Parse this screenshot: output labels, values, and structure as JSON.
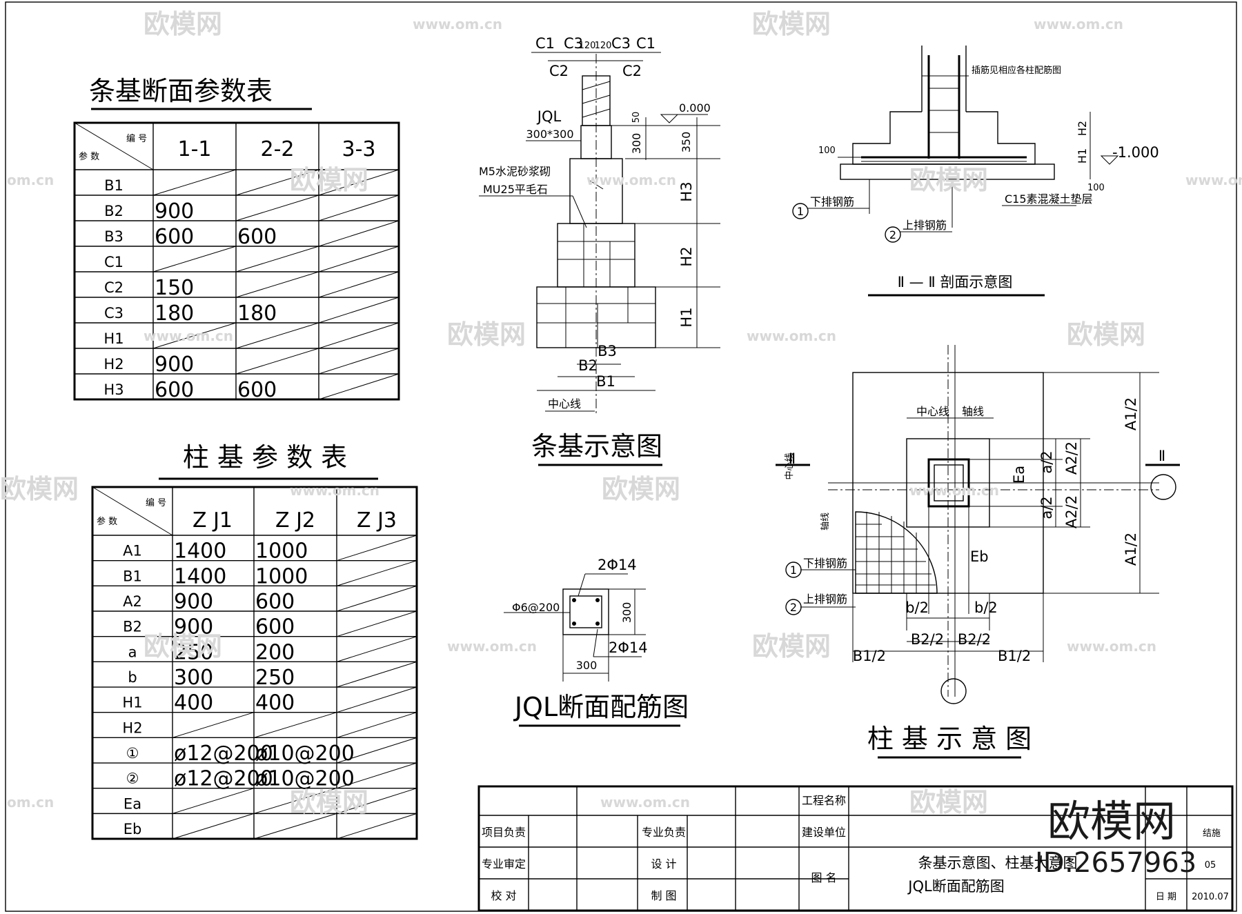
{
  "strip_table": {
    "title": "条基断面参数表",
    "corner_top": "编 号",
    "corner_bottom": "参 数",
    "columns": [
      "1-1",
      "2-2",
      "3-3"
    ],
    "rows": [
      {
        "param": "B1",
        "values": [
          "",
          "",
          ""
        ]
      },
      {
        "param": "B2",
        "values": [
          "900",
          "",
          ""
        ]
      },
      {
        "param": "B3",
        "values": [
          "600",
          "600",
          ""
        ]
      },
      {
        "param": "C1",
        "values": [
          "",
          "",
          ""
        ]
      },
      {
        "param": "C2",
        "values": [
          "150",
          "",
          ""
        ]
      },
      {
        "param": "C3",
        "values": [
          "180",
          "180",
          ""
        ]
      },
      {
        "param": "H1",
        "values": [
          "",
          "",
          ""
        ]
      },
      {
        "param": "H2",
        "values": [
          "900",
          "",
          ""
        ]
      },
      {
        "param": "H3",
        "values": [
          "600",
          "600",
          ""
        ]
      }
    ]
  },
  "column_table": {
    "title": "柱 基 参 数 表",
    "corner_top": "编 号",
    "corner_bottom": "参 数",
    "columns": [
      "Z J1",
      "Z J2",
      "Z J3"
    ],
    "rows": [
      {
        "param": "A1",
        "values": [
          "1400",
          "1000",
          ""
        ]
      },
      {
        "param": "B1",
        "values": [
          "1400",
          "1000",
          ""
        ]
      },
      {
        "param": "A2",
        "values": [
          "900",
          "600",
          ""
        ]
      },
      {
        "param": "B2",
        "values": [
          "900",
          "600",
          ""
        ]
      },
      {
        "param": "a",
        "values": [
          "250",
          "200",
          ""
        ]
      },
      {
        "param": "b",
        "values": [
          "300",
          "250",
          ""
        ]
      },
      {
        "param": "H1",
        "values": [
          "400",
          "400",
          ""
        ]
      },
      {
        "param": "H2",
        "values": [
          "",
          "",
          ""
        ]
      },
      {
        "param": "①",
        "values": [
          "ø12@200",
          "ø10@200",
          ""
        ]
      },
      {
        "param": "②",
        "values": [
          "ø12@200",
          "ø10@200",
          ""
        ]
      },
      {
        "param": "Ea",
        "values": [
          "",
          "",
          ""
        ]
      },
      {
        "param": "Eb",
        "values": [
          "",
          "",
          ""
        ]
      }
    ]
  },
  "strip_diagram": {
    "title": "条基示意图",
    "top_labels": [
      "C1",
      "C3",
      "120",
      "120",
      "C3",
      "C1"
    ],
    "c2_labels": [
      "C2",
      "C2"
    ],
    "jql": "JQL",
    "jql_size": "300*300",
    "dim_50": "50",
    "dim_300": "300",
    "dim_350": "350",
    "elev": "0.000",
    "mortar_1": "M5水泥砂浆砌",
    "mortar_2": "MU25平毛石",
    "h_labels": [
      "H3",
      "H2",
      "H1"
    ],
    "b_labels": [
      "B3",
      "B2",
      "B1"
    ],
    "centerline": "中心线"
  },
  "section_ii": {
    "title": "Ⅱ — Ⅱ 剖面示意图",
    "note_top": "插筋见相应各柱配筋图",
    "dim_100": "100",
    "h2": "H2",
    "h1": "H1",
    "elev": "-1.000",
    "dim_bottom": "100",
    "lower_bars": "下排钢筋",
    "upper_bars": "上排钢筋",
    "pad": "C15素混凝土垫层",
    "marker_1": "1",
    "marker_2": "2"
  },
  "jql_section": {
    "title": "JQL断面配筋图",
    "top_bars": "2Φ14",
    "bottom_bars": "2Φ14",
    "stirrup": "Φ6@200",
    "height": "300",
    "width": "300"
  },
  "column_diagram": {
    "title": "柱 基 示 意 图",
    "centerline": "中心线",
    "axis": "轴线",
    "side_centerline": "中心线",
    "side_axis": "轴线",
    "section_mark": "Ⅱ",
    "ea": "Ea",
    "eb": "Eb",
    "a_half": "a/2",
    "a2_half": "A2/2",
    "a1_half": "A1/2",
    "b_half": "b/2",
    "b2_half": "B2/2",
    "b1_half": "B1/2",
    "lower_bars": "下排钢筋",
    "upper_bars": "上排钢筋",
    "marker_1": "1",
    "marker_2": "2"
  },
  "title_block": {
    "project_name_label": "工程名称",
    "client_label": "建设单位",
    "drawing_name_label": "图 名",
    "project_lead": "项目负责",
    "discipline_lead": "专业负责",
    "discipline_review": "专业审定",
    "design": "设 计",
    "check": "校 对",
    "draw": "制 图",
    "drawing_name_1": "条基示意图、柱基大意图",
    "drawing_name_2": "JQL断面配筋图",
    "type_value": "结施",
    "sheet_no": "05",
    "date_label": "日 期",
    "date": "2010.07"
  },
  "watermark": {
    "brand": "欧模网",
    "url": "www.om.cn",
    "url_short": "om.cn",
    "brand_big": "欧模网",
    "id": "ID:2657963"
  }
}
